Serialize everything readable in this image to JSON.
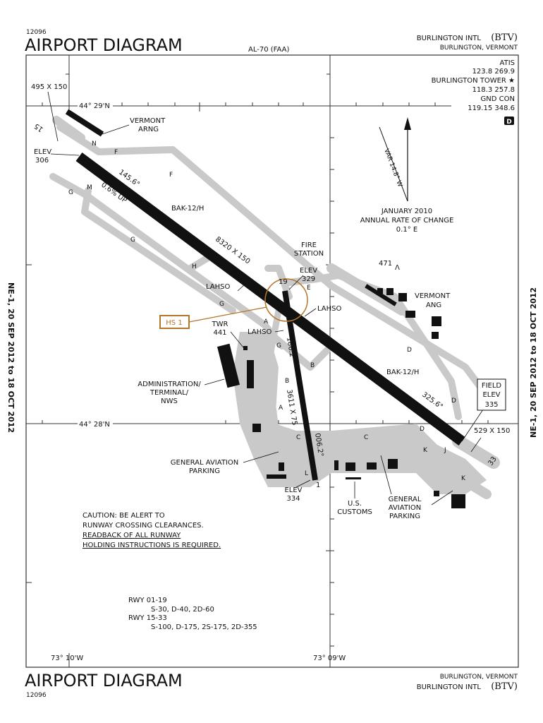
{
  "header": {
    "chart_number": "12096",
    "title": "AIRPORT DIAGRAM",
    "procedure_id": "AL-70 (FAA)",
    "airport_name": "BURLINGTON INTL",
    "airport_id": "(BTV)",
    "city": "BURLINGTON, VERMONT"
  },
  "frequencies": {
    "atis_label": "ATIS",
    "atis_freq": "123.8  269.9",
    "tower_label": "BURLINGTON TOWER ★",
    "tower_freq": "118.3  257.8",
    "gnd_label": "GND CON",
    "gnd_freq": "119.15  348.6",
    "d_badge": "D"
  },
  "coordinates": {
    "lat_north": "44° 29'N",
    "lat_south": "44° 28'N",
    "lon_west": "73° 10'W",
    "lon_east": "73° 09'W"
  },
  "magvar": {
    "var_label": "VAR 14.8° W",
    "line1": "JANUARY 2010",
    "line2": "ANNUAL RATE OF CHANGE",
    "line3": "0.1° E"
  },
  "labels": {
    "dims_495": "495 X 150",
    "dims_529": "529 X 150",
    "vermont_arng_1": "VERMONT",
    "vermont_arng_2": "ARNG",
    "elev_306_1": "ELEV",
    "elev_306_2": "306",
    "rwy15": "15",
    "rwy33": "33",
    "rwy1": "1",
    "rwy19": "19",
    "hdg_145": "145.6°",
    "gradient": "0.6% UP",
    "bak_nw": "BAK-12/H",
    "bak_se": "BAK-12/H",
    "rwy15_dims": "8320 X 150",
    "rwy1_dims": "3611 X 75",
    "hdg_186": "186.2°",
    "hdg_006": "006.2°",
    "hdg_325": "325.6°",
    "fire_1": "FIRE",
    "fire_2": "STATION",
    "elev_329_1": "ELEV",
    "elev_329_2": "329",
    "obstacle_471": "471",
    "vermont_ang_1": "VERMONT",
    "vermont_ang_2": "ANG",
    "lahso_1": "LAHSO",
    "lahso_2": "LAHSO",
    "lahso_3": "LAHSO",
    "hot_spot": "HS 1",
    "twr_1": "TWR",
    "twr_2": "441",
    "terminal_1": "ADMINISTRATION/",
    "terminal_2": "TERMINAL/",
    "terminal_3": "NWS",
    "field_elev_1": "FIELD",
    "field_elev_2": "ELEV",
    "field_elev_3": "335",
    "ga_west_1": "GENERAL AVIATION",
    "ga_west_2": "PARKING",
    "elev_334_1": "ELEV",
    "elev_334_2": "334",
    "customs_1": "U.S.",
    "customs_2": "CUSTOMS",
    "ga_east_1": "GENERAL",
    "ga_east_2": "AVIATION",
    "ga_east_3": "PARKING"
  },
  "taxiways": [
    "F",
    "F",
    "G",
    "G",
    "G",
    "G",
    "N",
    "M",
    "H",
    "A",
    "A",
    "B",
    "B",
    "C",
    "C",
    "D",
    "D",
    "D",
    "E",
    "J",
    "K",
    "K",
    "L"
  ],
  "caution": {
    "line1": "CAUTION:  BE ALERT TO",
    "line2": "RUNWAY CROSSING CLEARANCES.",
    "line3": "READBACK OF ALL RUNWAY",
    "line4": "HOLDING INSTRUCTIONS IS REQUIRED."
  },
  "strength": {
    "rwy_a": "RWY 01-19",
    "rwy_a_data": "S-30, D-40, 2D-60",
    "rwy_b": "RWY 15-33",
    "rwy_b_data": "S-100, D-175, 2S-175, 2D-355"
  },
  "effective": "NE-1, 20 SEP 2012 to 18 OCT 2012",
  "footer": {
    "title": "AIRPORT DIAGRAM",
    "chart_number": "12096",
    "city": "BURLINGTON, VERMONT",
    "airport_name": "BURLINGTON INTL",
    "airport_id": "(BTV)"
  },
  "colors": {
    "runway": "#111111",
    "taxiway": "#c9c9c9",
    "hotspot": "#b5762a"
  }
}
